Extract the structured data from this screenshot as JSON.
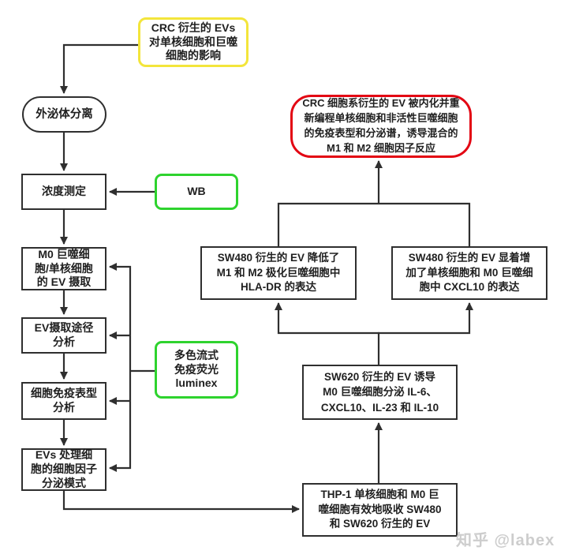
{
  "diagram": {
    "nodes": {
      "start": {
        "label": "CRC 衍生的 EVs\n对单核细胞和巨噬\n细胞的影响"
      },
      "exosome_isolation": {
        "label": "外泌体分离"
      },
      "concentration": {
        "label": "浓度测定"
      },
      "wb": {
        "label": "WB"
      },
      "m0_uptake": {
        "label": "M0 巨噬细\n胞/单核细胞\n的 EV 摄取"
      },
      "uptake_pathway": {
        "label": "EV摄取途径\n分析"
      },
      "immunophenotype": {
        "label": "细胞免疫表型\n分析"
      },
      "cytokine_pattern": {
        "label": "EVs 处理细\n胞的细胞因子\n分泌模式"
      },
      "luminex": {
        "label": "多色流式\n免疫荧光\nluminex"
      },
      "conclusion": {
        "label": "CRC 细胞系衍生的 EV 被内化并重\n新编程单核细胞和非活性巨噬细胞\n的免疫表型和分泌谱，诱导混合的\nM1 和 M2 细胞因子反应"
      },
      "sw480_hladr": {
        "label": "SW480 衍生的 EV 降低了\nM1 和 M2 极化巨噬细胞中\nHLA-DR 的表达"
      },
      "sw480_cxcl10": {
        "label": "SW480 衍生的 EV 显着增\n加了单核细胞和 M0 巨噬细\n胞中 CXCL10 的表达"
      },
      "sw620_cytokines": {
        "label": "SW620 衍生的 EV 诱导\nM0 巨噬细胞分泌 IL-6、\nCXCL10、IL-23 和 IL-10"
      },
      "thp1_uptake": {
        "label": "THP-1 单核细胞和 M0 巨\n噬细胞有效地吸收 SW480\n和 SW620 衍生的 EV"
      }
    },
    "colors": {
      "start_border": "#f3e53b",
      "method_border": "#2ed32e",
      "conclusion_border": "#e30613",
      "box_border": "#2f2f2f",
      "arrow": "#2f2f2f",
      "text": "#1f1f1f",
      "watermark": "#cdcdcd"
    },
    "watermark": "知乎 @labex"
  }
}
